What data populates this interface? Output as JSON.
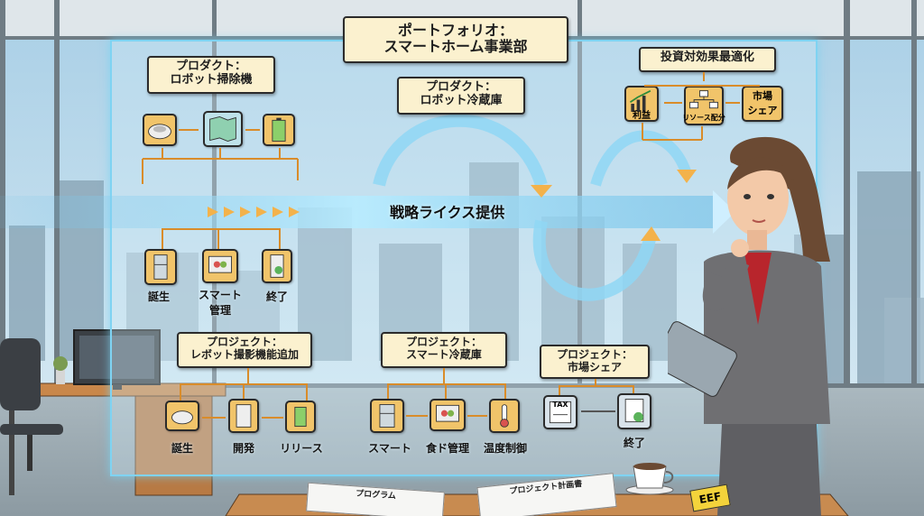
{
  "panel": {
    "title_line1": "ポートフォリオ：",
    "title_line2": "スマートホーム事業部",
    "product_robot_vacuum": [
      "プロダクト：",
      "ロボット掃除機"
    ],
    "product_robot_fridge": [
      "プロダクト：",
      "ロボット冷蔵庫"
    ],
    "investment_box": "投資対効果最適化",
    "investment_nodes": [
      "利益",
      "リソース配分",
      "市場\nシェア"
    ],
    "lifecycle_band": "戦略ライクス提供",
    "lifecycle_steps_top": [
      "誕生",
      "スマート\n管理",
      "終了"
    ],
    "project_camera": [
      "プロジェクト：",
      "レボット撮影機能追加"
    ],
    "project_camera_steps": [
      "誕生",
      "開発",
      "リリース"
    ],
    "project_fridge": [
      "プロジェクト：",
      "スマート冷蔵庫"
    ],
    "project_fridge_steps": [
      "スマート",
      "食ド管理",
      "温度制御"
    ],
    "project_market": [
      "プロジェクト：",
      "市場シェア"
    ],
    "project_market_steps": [
      "TAX",
      "終了"
    ],
    "desk_docs": [
      "プログラム",
      "プロジェクト計画書",
      "EEF"
    ]
  },
  "colors": {
    "label_bg": "#fbf1cf",
    "node_bg": "#f1c46a",
    "arrow": "#d98c2a",
    "band": "#6fc0e8",
    "suit": "#6f6f72",
    "blouse": "#b8252c"
  },
  "icons": [
    "robot-vacuum-icon",
    "map-icon",
    "battery-icon",
    "fridge-icon",
    "food-monitor-icon",
    "check-phone-icon",
    "thermometer-icon",
    "tax-doc-icon",
    "report-icon",
    "chart-up-icon",
    "org-chart-icon"
  ]
}
